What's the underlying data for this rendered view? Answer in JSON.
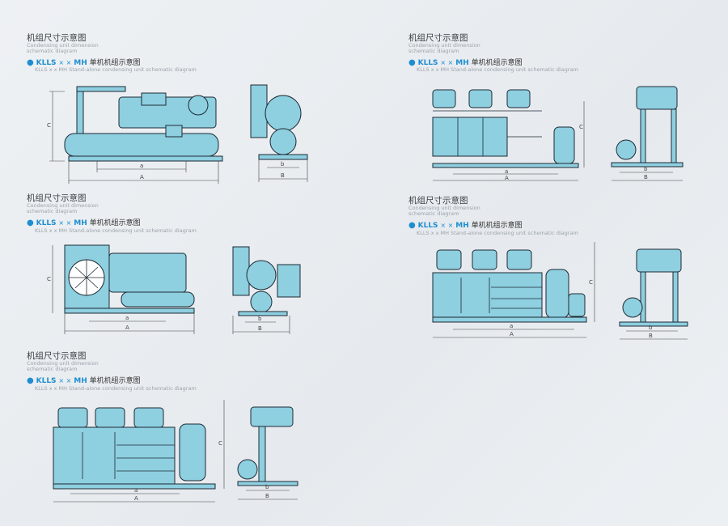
{
  "sections": [
    {
      "id": "s1",
      "title": "机组尺寸示意图",
      "sub1": "Condensing unit dimension",
      "sub2": "schematic diagram",
      "model_prefix": "KLLS",
      "model_x": "× ×",
      "model_suffix": "MH",
      "model_cn": "单机机组示意图",
      "desc": "KLLS x x MH Stand-alone condensing unit schematic diagram",
      "dims": {
        "A": "A",
        "a": "a",
        "B": "B",
        "b": "b",
        "C": "C"
      }
    },
    {
      "id": "s2",
      "title": "机组尺寸示意图",
      "sub1": "Condensing unit dimension",
      "sub2": "schematic diagram",
      "model_prefix": "KLLS",
      "model_x": "× ×",
      "model_suffix": "MH",
      "model_cn": "单机机组示意图",
      "desc": "KLLS x x MH Stand-alone condensing unit schematic diagram",
      "dims": {
        "A": "A",
        "a": "a",
        "B": "B",
        "b": "b",
        "C": "C"
      }
    },
    {
      "id": "s3",
      "title": "机组尺寸示意图",
      "sub1": "Condensing unit dimension",
      "sub2": "schematic diagram",
      "model_prefix": "KLLS",
      "model_x": "× ×",
      "model_suffix": "MH",
      "model_cn": "单机机组示意图",
      "desc": "KLLS x x MH Stand-alone condensing unit schematic diagram",
      "dims": {
        "A": "A",
        "a": "a",
        "B": "B",
        "b": "b",
        "C": "C"
      }
    },
    {
      "id": "s4",
      "title": "机组尺寸示意图",
      "sub1": "Condensing unit dimension",
      "sub2": "schematic diagram",
      "model_prefix": "KLLS",
      "model_x": "× ×",
      "model_suffix": "MH",
      "model_cn": "单机机组示意图",
      "desc": "KLLS x x MH Stand-alone condensing unit schematic diagram",
      "dims": {
        "A": "A",
        "a": "a",
        "B": "B",
        "b": "b",
        "C": "C"
      }
    },
    {
      "id": "s5",
      "title": "机组尺寸示意图",
      "sub1": "Condensing unit dimension",
      "sub2": "schematic diagram",
      "model_prefix": "KLLS",
      "model_x": "× ×",
      "model_suffix": "MH",
      "model_cn": "单机机组示意图",
      "desc": "KLLS x x MH Stand-alone condensing unit schematic diagram",
      "dims": {
        "A": "A",
        "a": "a",
        "B": "B",
        "b": "b",
        "C": "C"
      }
    }
  ],
  "colors": {
    "unit_fill": "#8ecfe0",
    "unit_stroke": "#1d2a33",
    "accent": "#1f8ed0"
  }
}
